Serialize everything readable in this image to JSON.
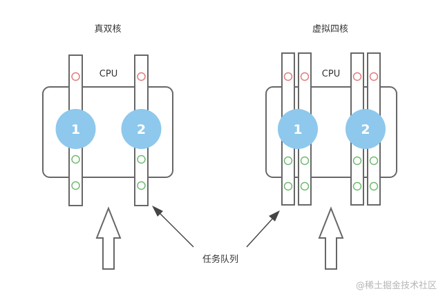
{
  "left_diagram": {
    "title": "真双核",
    "cpu_label": "CPU",
    "cores": [
      "1",
      "2"
    ]
  },
  "right_diagram": {
    "title": "虚拟四核",
    "cpu_label": "CPU",
    "cores": [
      "1",
      "2"
    ]
  },
  "shared_label": "任务队列",
  "watermark": "@稀土掘金技术社区",
  "colors": {
    "outline": "#666666",
    "core_fill": "#8ec8ec",
    "core_text": "#ffffff",
    "pending_dot": "#e07b7b",
    "active_dot": "#6dbb6d",
    "text": "#333333",
    "watermark": "#b5b5b5"
  }
}
